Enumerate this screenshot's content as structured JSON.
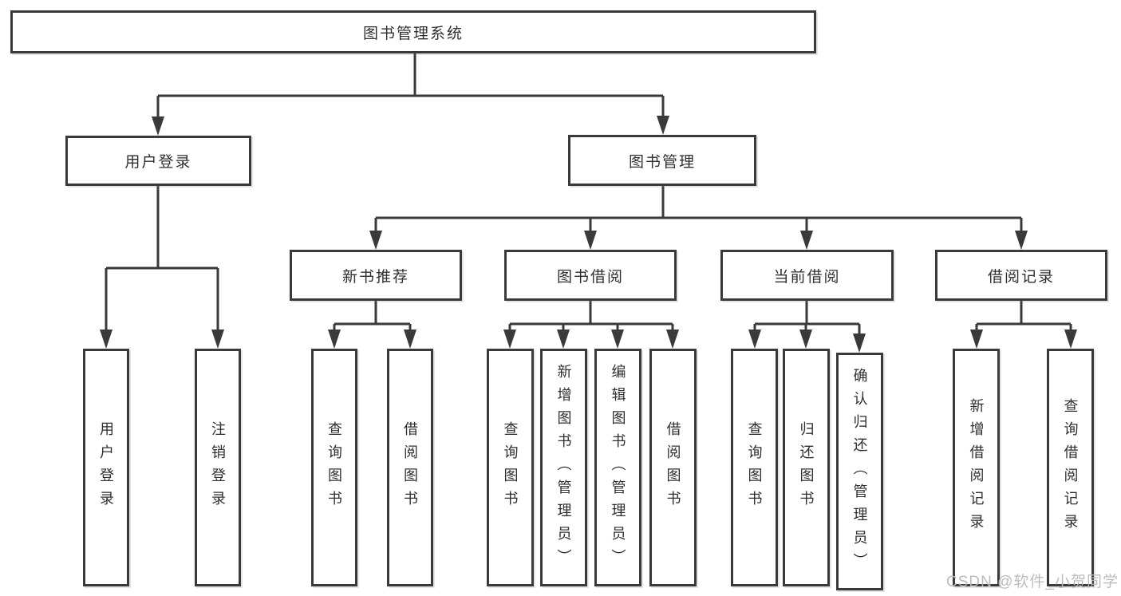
{
  "diagram": {
    "type": "hierarchy-tree",
    "watermark": "CSDN @软件_小贺同学",
    "colors": {
      "line": "#3a3a3a",
      "box_border": "#3a3a3a",
      "text": "#2f2f2f",
      "watermark": "#b9b9b9",
      "background": "#ffffff"
    },
    "nodes": {
      "root": {
        "label": "图书管理系统"
      },
      "login": {
        "label": "用户登录"
      },
      "book_mgmt": {
        "label": "图书管理"
      },
      "new_books": {
        "label": "新书推荐"
      },
      "book_borrow": {
        "label": "图书借阅"
      },
      "current_borrow": {
        "label": "当前借阅"
      },
      "borrow_records": {
        "label": "借阅记录"
      },
      "login_user_login": {
        "label": "用户登录"
      },
      "login_logout": {
        "label": "注销登录"
      },
      "nb_query_books": {
        "label": "查询图书"
      },
      "nb_borrow_books": {
        "label": "借阅图书"
      },
      "bb_query_books": {
        "label": "查询图书"
      },
      "bb_add_books": {
        "label": "新增图书（管理员）"
      },
      "bb_edit_books": {
        "label": "编辑图书（管理员）"
      },
      "bb_borrow_books": {
        "label": "借阅图书"
      },
      "cb_query_books": {
        "label": "查询图书"
      },
      "cb_return_books": {
        "label": "归还图书"
      },
      "cb_confirm_return": {
        "label": "确认归还（管理员）"
      },
      "br_add_record": {
        "label": "新增借阅记录"
      },
      "br_query_record": {
        "label": "查询借阅记录"
      }
    },
    "edges": [
      [
        "root",
        "login"
      ],
      [
        "root",
        "book_mgmt"
      ],
      [
        "login",
        "login_user_login"
      ],
      [
        "login",
        "login_logout"
      ],
      [
        "book_mgmt",
        "new_books"
      ],
      [
        "book_mgmt",
        "book_borrow"
      ],
      [
        "book_mgmt",
        "current_borrow"
      ],
      [
        "book_mgmt",
        "borrow_records"
      ],
      [
        "new_books",
        "nb_query_books"
      ],
      [
        "new_books",
        "nb_borrow_books"
      ],
      [
        "book_borrow",
        "bb_query_books"
      ],
      [
        "book_borrow",
        "bb_add_books"
      ],
      [
        "book_borrow",
        "bb_edit_books"
      ],
      [
        "book_borrow",
        "bb_borrow_books"
      ],
      [
        "current_borrow",
        "cb_query_books"
      ],
      [
        "current_borrow",
        "cb_return_books"
      ],
      [
        "current_borrow",
        "cb_confirm_return"
      ],
      [
        "borrow_records",
        "br_add_record"
      ],
      [
        "borrow_records",
        "br_query_record"
      ]
    ]
  }
}
